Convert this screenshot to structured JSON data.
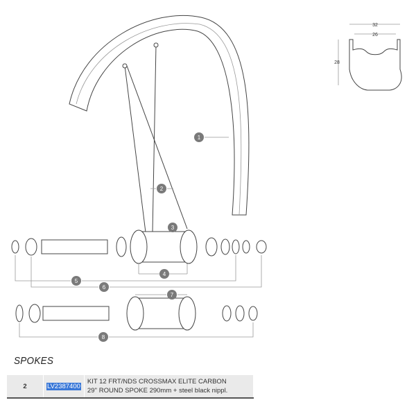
{
  "rim_profile": {
    "outer_width": "32",
    "inner_width": "26",
    "height": "28"
  },
  "callouts": [
    "1",
    "2",
    "3",
    "4",
    "5",
    "6",
    "7",
    "8"
  ],
  "section_title": "SPOKES",
  "table": {
    "rows": [
      {
        "qty": "2",
        "ref": "LV2387400",
        "desc_line1": "KIT 12 FRT/NDS CROSSMAX ELITE CARBON",
        "desc_line2": "29'' ROUND SPOKE 290mm + steel black nippl."
      }
    ]
  }
}
